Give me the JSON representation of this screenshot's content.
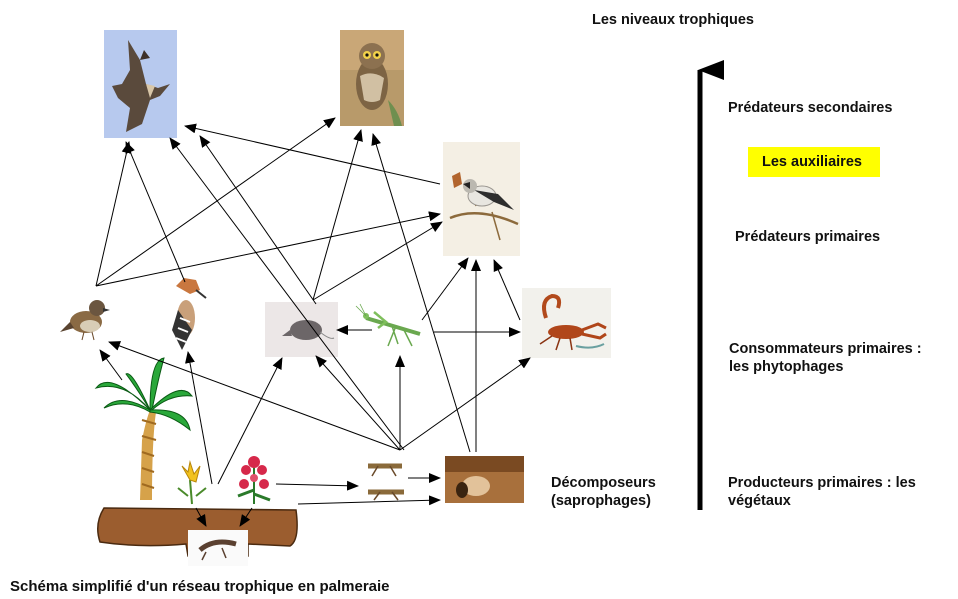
{
  "header": {
    "title": "Les niveaux trophiques"
  },
  "levels": {
    "secondary": "Prédateurs secondaires",
    "auxiliaires": "Les auxiliaires",
    "primary": "Prédateurs primaires",
    "consumers_line1": "Consommateurs primaires :",
    "consumers_line2": "les phytophages",
    "producers_line1": "Producteurs primaires : les",
    "producers_line2": "végétaux"
  },
  "decomposers": {
    "line1": "Décomposeurs",
    "line2": "(saprophages)"
  },
  "caption": "Schéma simplifié d'un réseau trophique en palmeraie",
  "colors": {
    "highlight": "#ffff00",
    "arrow": "#000000"
  },
  "organisms": [
    "falcon",
    "owl",
    "shrike",
    "sparrow",
    "hoopoe",
    "shrew",
    "mantis",
    "scorpion",
    "palm-tree",
    "flower",
    "red-plant",
    "locust",
    "larva",
    "decomposer-gecko",
    "soil"
  ]
}
